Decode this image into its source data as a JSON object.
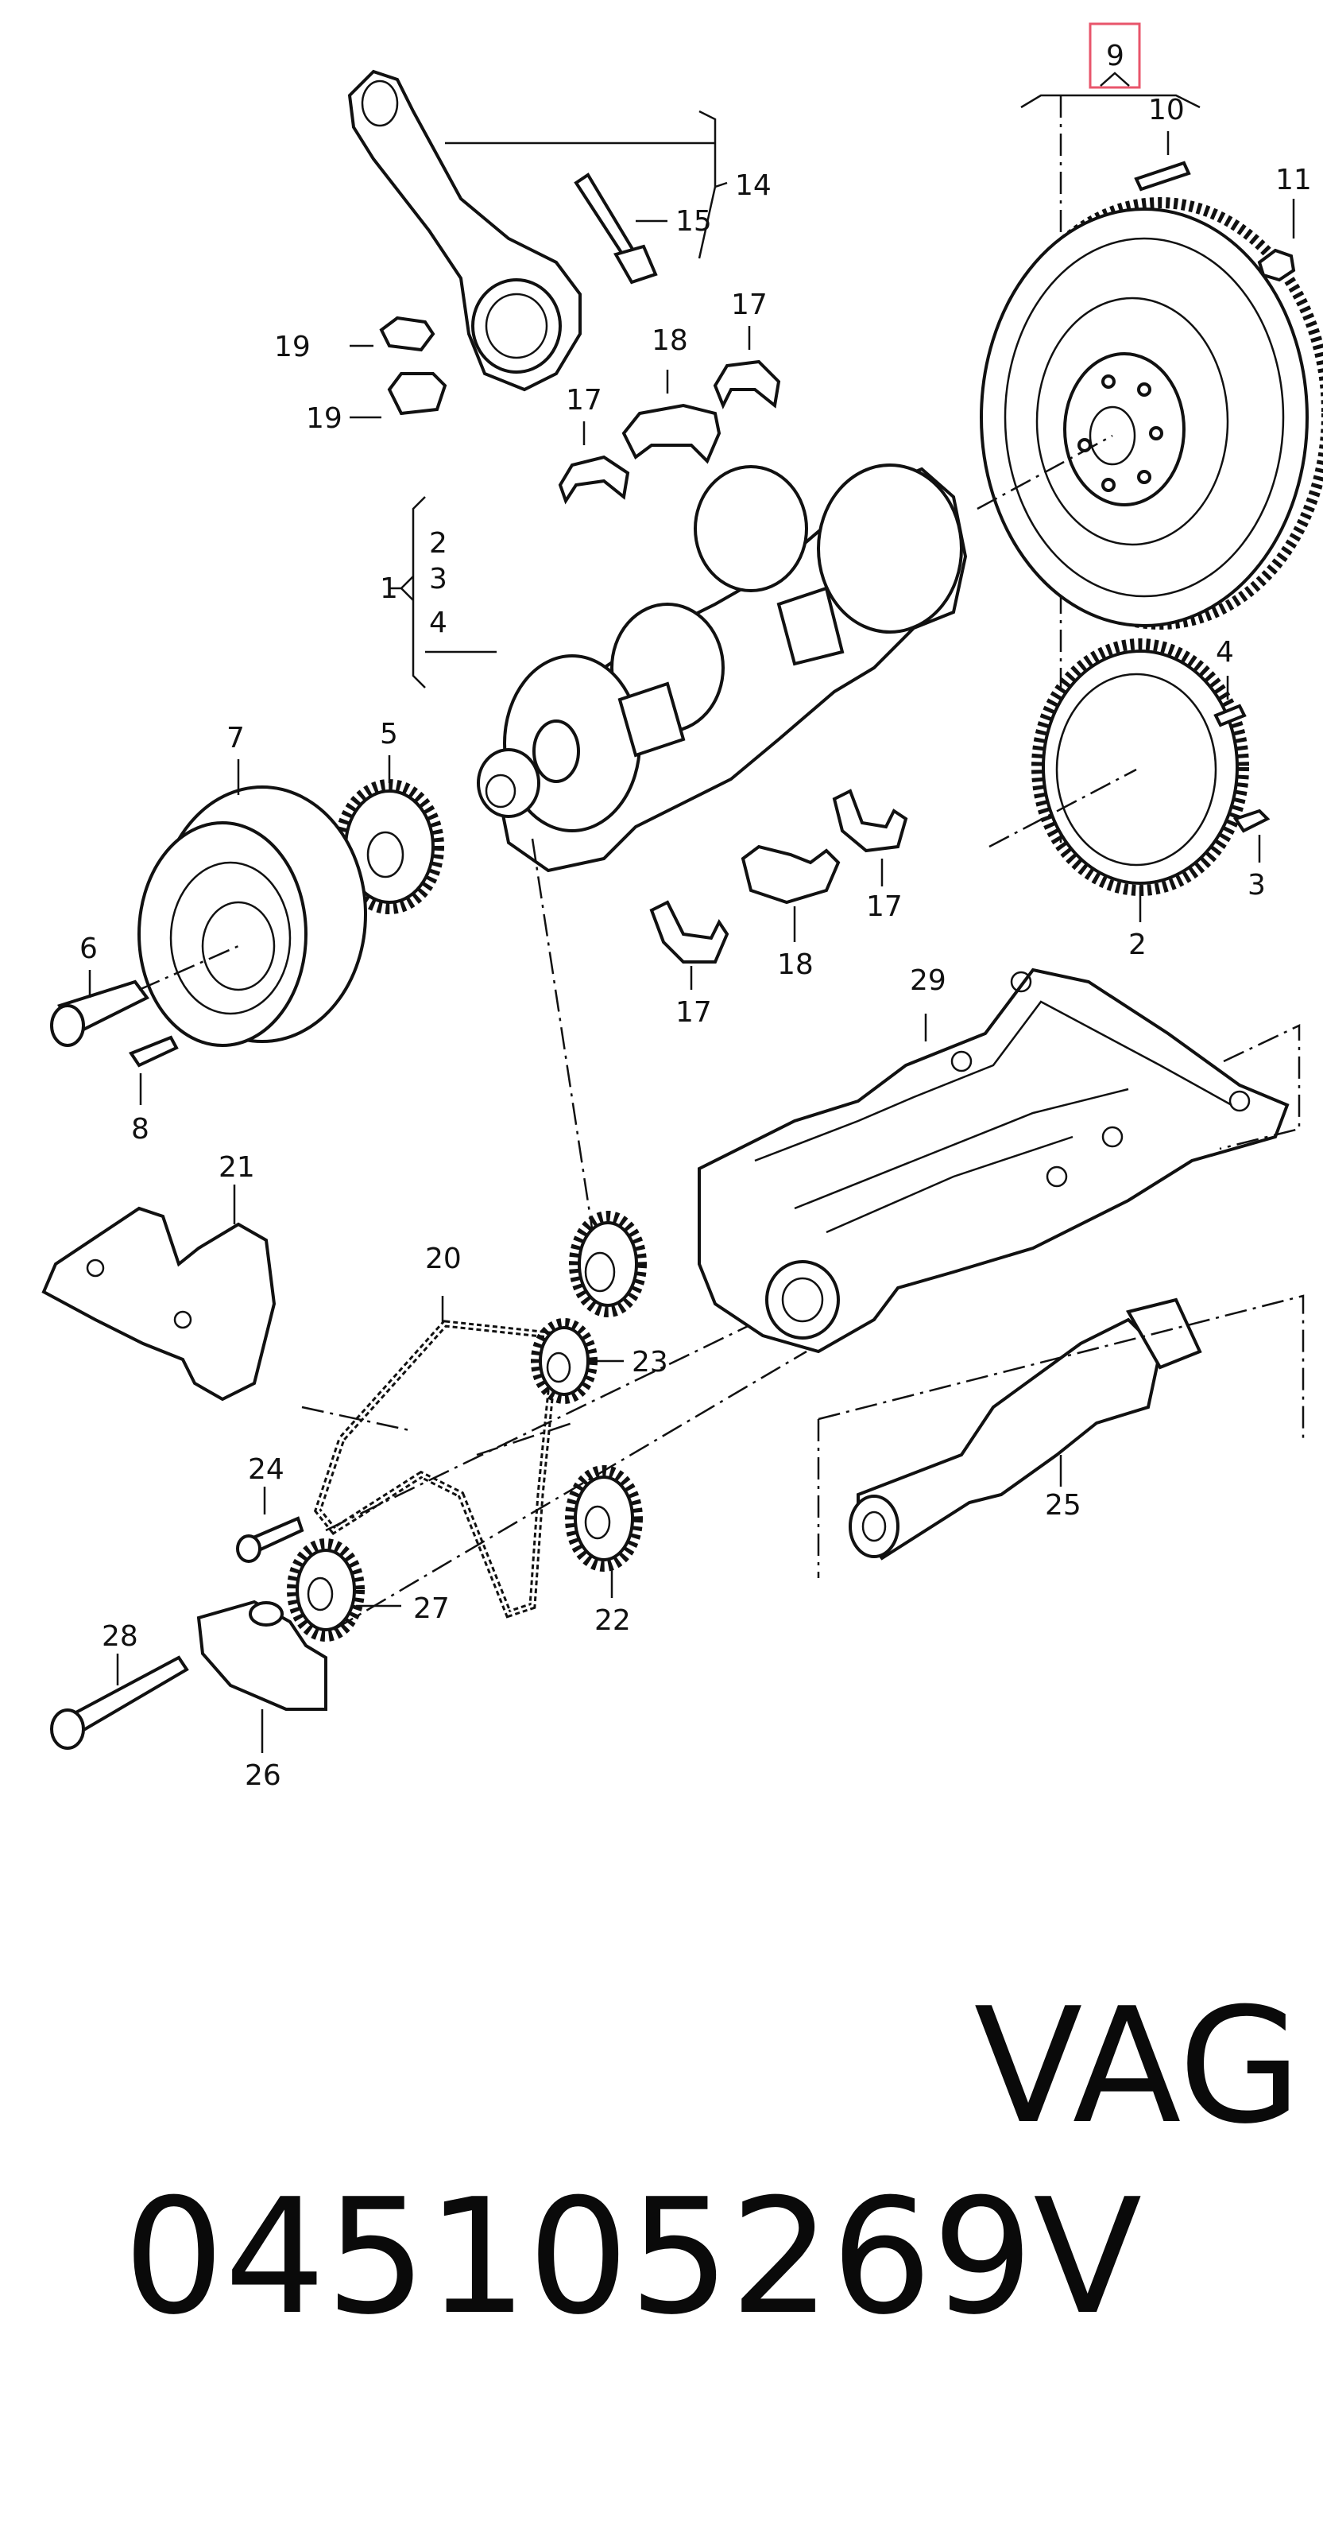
{
  "caption": {
    "part_number": "045105269V",
    "brand": "VAG"
  },
  "highlight": {
    "label": "9",
    "color": "#e8556b"
  },
  "callouts": {
    "c1": "1",
    "c2a": "2",
    "c3a": "3",
    "c4a": "4",
    "c2": "2",
    "c3": "3",
    "c4": "4",
    "c5": "5",
    "c6": "6",
    "c7": "7",
    "c8": "8",
    "c9": "9",
    "c10": "10",
    "c11": "11",
    "c14": "14",
    "c15": "15",
    "c17a": "17",
    "c17b": "17",
    "c17c": "17",
    "c17d": "17",
    "c18a": "18",
    "c18b": "18",
    "c19a": "19",
    "c19b": "19",
    "c20": "20",
    "c21": "21",
    "c22": "22",
    "c23": "23",
    "c24": "24",
    "c25": "25",
    "c26": "26",
    "c27": "27",
    "c28": "28",
    "c29": "29"
  }
}
